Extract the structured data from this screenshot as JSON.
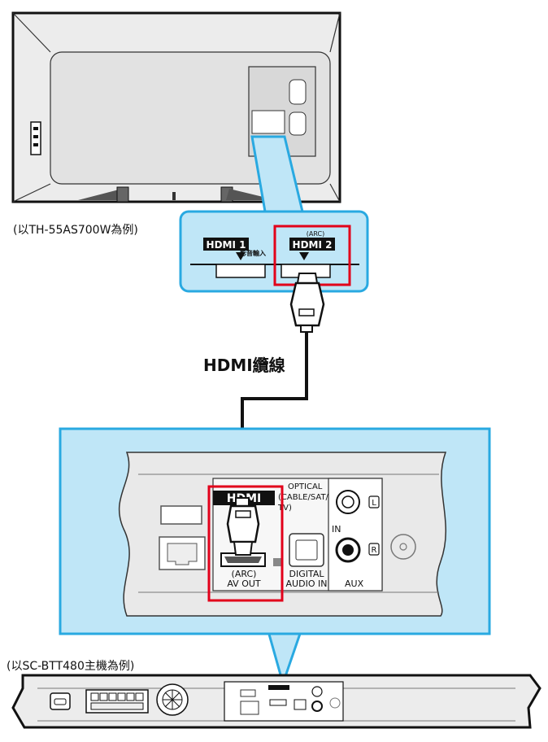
{
  "tv_caption": "(以TH-55AS700W為例)",
  "tv_ports": {
    "hdmi1": "HDMI 1",
    "hdmi2": "HDMI 2",
    "arc_small": "(ARC)",
    "av_input": "影音輸入"
  },
  "cable_label": "HDMI纜線",
  "panel": {
    "hdmi_logo": "HDMI",
    "arc": "(ARC)",
    "av_out": "AV OUT",
    "optical_line1": "OPTICAL",
    "optical_line2": "(CABLE/SAT/",
    "optical_line3": "TV)",
    "digital_line1": "DIGITAL",
    "digital_line2": "AUDIO IN",
    "in": "IN",
    "aux": "AUX",
    "left": "L",
    "right": "R"
  },
  "device_caption": "(以SC-BTT480主機為例)",
  "colors": {
    "highlight_fill": "#bfe6f7",
    "highlight_stroke": "#29a9e1",
    "selection_red": "#e2001a",
    "line": "#111111"
  }
}
